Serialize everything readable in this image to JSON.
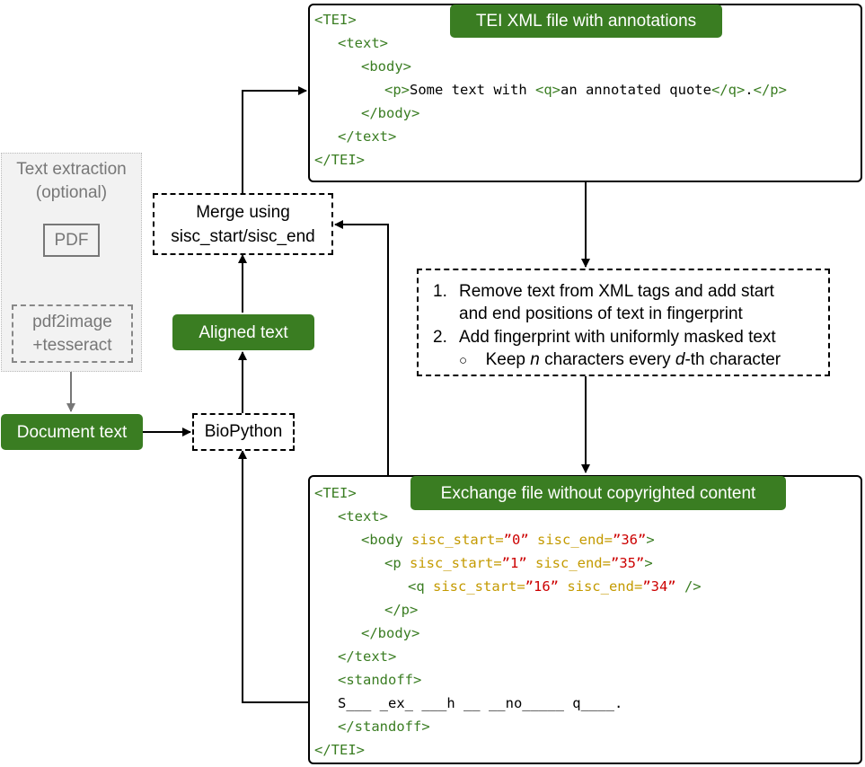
{
  "tei_box": {
    "label": "TEI XML file with annotations",
    "lines": [
      {
        "parts": [
          {
            "t": "<TEI>",
            "c": "tag"
          }
        ]
      },
      {
        "parts": [
          {
            "t": "<text>",
            "c": "tag"
          }
        ]
      },
      {
        "parts": [
          {
            "t": "<body>",
            "c": "tag"
          }
        ]
      },
      {
        "parts": [
          {
            "t": "<p>",
            "c": "tag"
          },
          {
            "t": "Some text with ",
            "c": "txt"
          },
          {
            "t": "<q>",
            "c": "tag"
          },
          {
            "t": "an annotated quote",
            "c": "txt"
          },
          {
            "t": "</q>",
            "c": "tag"
          },
          {
            "t": ".",
            "c": "txt"
          },
          {
            "t": "</p>",
            "c": "tag"
          }
        ]
      },
      {
        "parts": [
          {
            "t": "</body>",
            "c": "tag"
          }
        ]
      },
      {
        "parts": [
          {
            "t": "</text>",
            "c": "tag"
          }
        ]
      },
      {
        "parts": [
          {
            "t": "</TEI>",
            "c": "tag"
          }
        ]
      }
    ]
  },
  "exchange_box": {
    "label": "Exchange file without copyrighted content",
    "lines": [
      {
        "parts": [
          {
            "t": "<TEI>",
            "c": "tag"
          }
        ]
      },
      {
        "parts": [
          {
            "t": "<text>",
            "c": "tag"
          }
        ]
      },
      {
        "parts": [
          {
            "t": "<body ",
            "c": "tag"
          },
          {
            "t": "sisc_start=",
            "c": "attr"
          },
          {
            "t": "”0”",
            "c": "val"
          },
          {
            "t": " sisc_end=",
            "c": "attr"
          },
          {
            "t": "”36”",
            "c": "val"
          },
          {
            "t": ">",
            "c": "tag"
          }
        ]
      },
      {
        "parts": [
          {
            "t": "<p ",
            "c": "tag"
          },
          {
            "t": "sisc_start=",
            "c": "attr"
          },
          {
            "t": "”1”",
            "c": "val"
          },
          {
            "t": " sisc_end=",
            "c": "attr"
          },
          {
            "t": "”35”",
            "c": "val"
          },
          {
            "t": ">",
            "c": "tag"
          }
        ]
      },
      {
        "parts": [
          {
            "t": "<q ",
            "c": "tag"
          },
          {
            "t": "sisc_start=",
            "c": "attr"
          },
          {
            "t": "”16”",
            "c": "val"
          },
          {
            "t": " sisc_end=",
            "c": "attr"
          },
          {
            "t": "”34”",
            "c": "val"
          },
          {
            "t": " />",
            "c": "tag"
          }
        ]
      },
      {
        "parts": [
          {
            "t": "</p>",
            "c": "tag"
          }
        ]
      },
      {
        "parts": [
          {
            "t": "</body>",
            "c": "tag"
          }
        ]
      },
      {
        "parts": [
          {
            "t": "</text>",
            "c": "tag"
          }
        ]
      },
      {
        "parts": [
          {
            "t": "<standoff>",
            "c": "tag"
          }
        ]
      },
      {
        "parts": [
          {
            "t": "S___ _ex_ ___h __ __no_____ q____.",
            "c": "txt"
          }
        ]
      },
      {
        "parts": [
          {
            "t": "</standoff>",
            "c": "tag"
          }
        ]
      },
      {
        "parts": [
          {
            "t": "</TEI>",
            "c": "tag"
          }
        ]
      }
    ]
  },
  "text_extraction": {
    "title_line1": "Text extraction",
    "title_line2": "(optional)",
    "pdf_label": "PDF",
    "ocr_line1": "pdf2image",
    "ocr_line2": "+tesseract"
  },
  "document_text_label": "Document text",
  "biopython_label": "BioPython",
  "aligned_text_label": "Aligned text",
  "merge": {
    "line1": "Merge using",
    "line2": "sisc_start/sisc_end"
  },
  "steps": {
    "s1_num": "1.",
    "s1_line1": "Remove text from XML tags and add start",
    "s1_line2": "and end positions of text in fingerprint",
    "s2_num": "2.",
    "s2_line1": "Add fingerprint with uniformly masked text",
    "sub_bullet": "○",
    "sub_pre": "Keep ",
    "sub_n": "n",
    "sub_mid": " characters every ",
    "sub_d": "d",
    "sub_post": "-th character"
  },
  "colors": {
    "green": "#3a7d22",
    "tag": "#3a7d22",
    "attr": "#c49a00",
    "val": "#cc0000",
    "gray": "#777777"
  }
}
